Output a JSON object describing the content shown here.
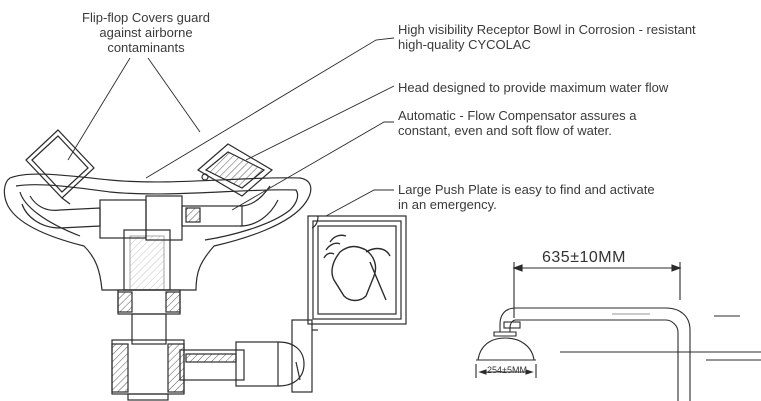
{
  "annotations": {
    "flip_flop": [
      "Flip-flop Covers guard",
      "against airborne",
      "contaminants"
    ],
    "receptor_bowl": [
      "High visibility Receptor Bowl in Corrosion - resistant",
      "high-quality CYCOLAC"
    ],
    "head": [
      "Head designed to provide maximum water flow"
    ],
    "flow_compensator": [
      "Automatic - Flow Compensator assures a",
      "constant,  even and soft flow of water."
    ],
    "push_plate": [
      "Large Push Plate is easy to find and activate",
      "in an emergency."
    ]
  },
  "dimensions": {
    "arm_length": "635±10MM",
    "head_width": "254±5MM"
  }
}
